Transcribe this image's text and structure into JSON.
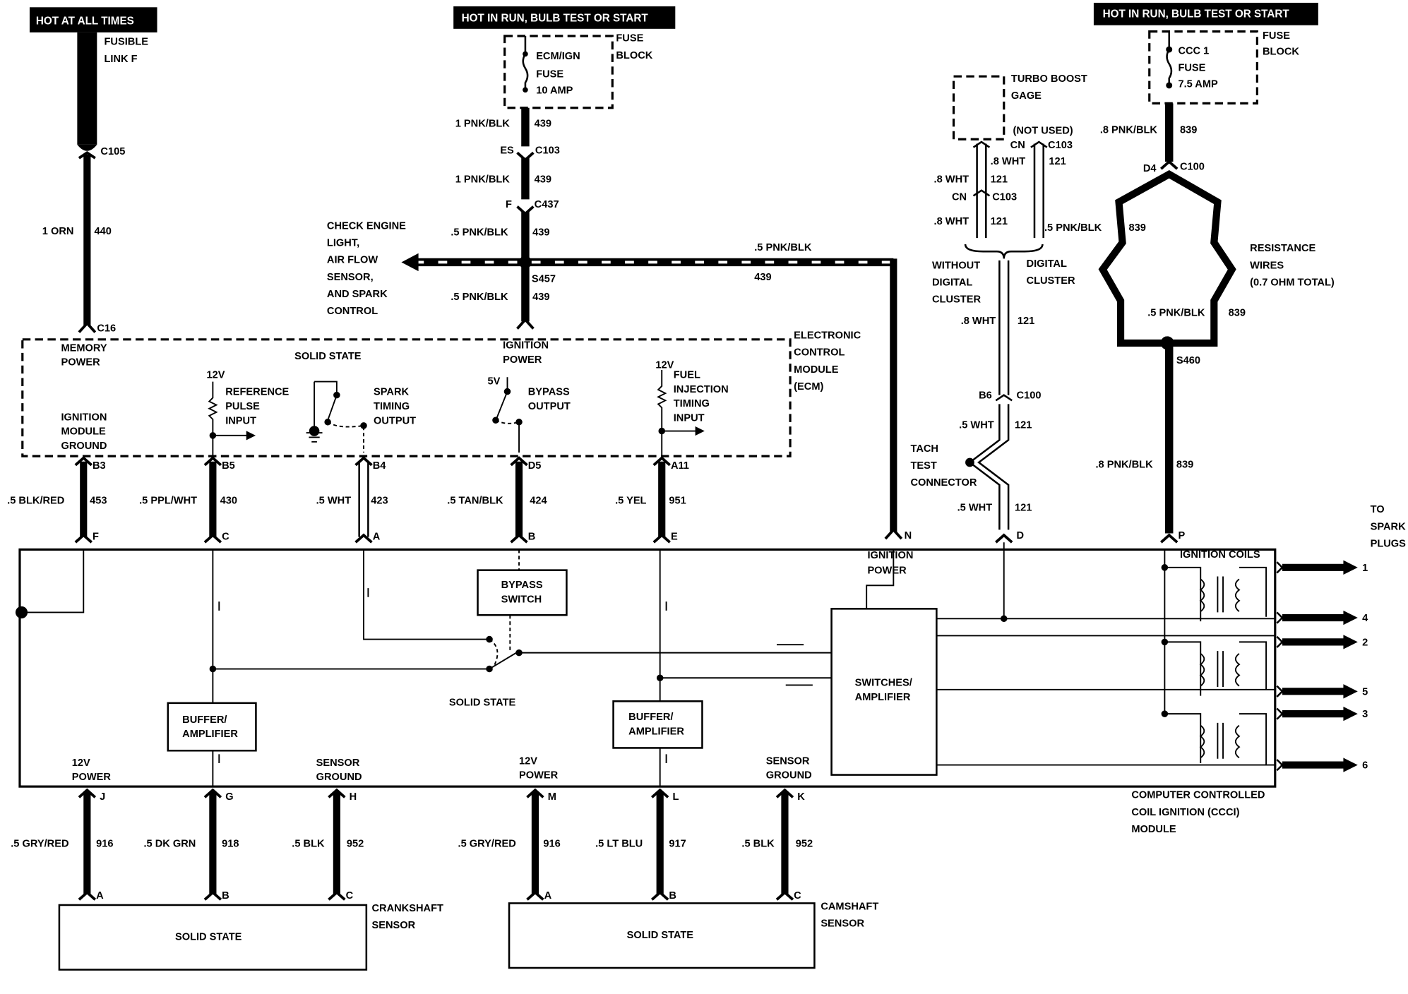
{
  "title_bars": {
    "hot_all_times": "HOT AT ALL TIMES",
    "hot_run_mid": "HOT IN RUN, BULB TEST OR START",
    "hot_run_right": "HOT IN RUN, BULB TEST OR START"
  },
  "left_feed": {
    "fusible1": "FUSIBLE",
    "fusible2": "LINK F",
    "c105": "C105",
    "color": "1 ORN",
    "circuit": "440",
    "c16": "C16"
  },
  "ecm_fuse": {
    "name1": "ECM/IGN",
    "name2": "FUSE",
    "rating": "10 AMP",
    "block1": "FUSE",
    "block2": "BLOCK",
    "w1c": "1 PNK/BLK",
    "w1n": "439",
    "es": "ES",
    "c103": "C103",
    "w2c": "1 PNK/BLK",
    "w2n": "439",
    "f": "F",
    "c437": "C437",
    "w3c": ".5 PNK/BLK",
    "w3n": "439",
    "s457": "S457",
    "w4c": ".5 PNK/BLK",
    "w4n": "439",
    "branch_c": ".5 PNK/BLK",
    "branch_n": "439"
  },
  "check_engine": [
    "CHECK ENGINE",
    "LIGHT,",
    "AIR FLOW",
    "SENSOR,",
    "AND SPARK",
    "CONTROL"
  ],
  "ecm": {
    "name": [
      "ELECTRONIC",
      "CONTROL",
      "MODULE",
      "(ECM)"
    ],
    "solid_state": "SOLID STATE",
    "memory": [
      "MEMORY",
      "POWER"
    ],
    "ign_gnd": [
      "IGNITION",
      "MODULE",
      "GROUND"
    ],
    "v12a": "12V",
    "ref": [
      "REFERENCE",
      "PULSE",
      "INPUT"
    ],
    "spark": [
      "SPARK",
      "TIMING",
      "OUTPUT"
    ],
    "ign_pwr": [
      "IGNITION",
      "POWER"
    ],
    "v5": "5V",
    "bypass": [
      "BYPASS",
      "OUTPUT"
    ],
    "v12b": "12V",
    "fuel": [
      "FUEL",
      "INJECTION",
      "TIMING",
      "INPUT"
    ]
  },
  "ecm_pins": [
    {
      "pin": "B3",
      "color": ".5 BLK/RED",
      "circuit": "453",
      "ccci": "F"
    },
    {
      "pin": "B5",
      "color": ".5 PPL/WHT",
      "circuit": "430",
      "ccci": "C"
    },
    {
      "pin": "B4",
      "color": ".5 WHT",
      "circuit": "423",
      "ccci": "A"
    },
    {
      "pin": "D5",
      "color": ".5 TAN/BLK",
      "circuit": "424",
      "ccci": "B"
    },
    {
      "pin": "A11",
      "color": ".5 YEL",
      "circuit": "951",
      "ccci": "E"
    }
  ],
  "tach": {
    "gage": [
      "TURBO BOOST",
      "GAGE"
    ],
    "not_used": "(NOT USED)",
    "cn1": "CN",
    "c103a": "C103",
    "wa": ".8 WHT",
    "na": "121",
    "nb": "121",
    "wb": ".8 WHT",
    "nc": "121",
    "cn2": "CN",
    "c103b": "C103",
    "wc": ".8 WHT",
    "nd": "121",
    "pnk": ".5 PNK/BLK",
    "without": [
      "WITHOUT",
      "DIGITAL",
      "CLUSTER"
    ],
    "digital": [
      "DIGITAL",
      "CLUSTER"
    ],
    "wd": ".8 WHT",
    "ne": "121",
    "b6": "B6",
    "c100": "C100",
    "we": ".5 WHT",
    "nf": "121",
    "connector": [
      "TACH",
      "TEST",
      "CONNECTOR"
    ],
    "wf": ".5 WHT",
    "ng": "121",
    "pin_n": "N",
    "pin_d": "D"
  },
  "ccc_fuse": {
    "name1": "CCC 1",
    "name2": "FUSE",
    "rating": "7.5 AMP",
    "block1": "FUSE",
    "block2": "BLOCK",
    "w1c": ".8 PNK/BLK",
    "w1n": "839",
    "d4": "D4",
    "c100": "C100",
    "rn": "839",
    "resistance": [
      "RESISTANCE",
      "WIRES",
      "(0.7 OHM TOTAL)"
    ],
    "w2c": ".5 PNK/BLK",
    "w2n": "839",
    "s460": "S460",
    "w3c": ".8 PNK/BLK",
    "w3n": "839",
    "pin_p": "P"
  },
  "ccci": {
    "ign_power": [
      "IGNITION",
      "POWER"
    ],
    "bypass_switch": [
      "BYPASS",
      "SWITCH"
    ],
    "solid_state": "SOLID STATE",
    "buffer1": [
      "BUFFER/",
      "AMPLIFIER"
    ],
    "buffer2": [
      "BUFFER/",
      "AMPLIFIER"
    ],
    "switches": [
      "SWITCHES/",
      "AMPLIFIER"
    ],
    "coils": "IGNITION COILS",
    "name": [
      "COMPUTER CONTROLLED",
      "COIL IGNITION (CCCI)",
      "MODULE"
    ],
    "to_plugs": [
      "TO",
      "SPARK",
      "PLUGS"
    ],
    "outputs": [
      "1",
      "4",
      "2",
      "5",
      "3",
      "6"
    ],
    "p12a": [
      "12V",
      "POWER"
    ],
    "sg1": [
      "SENSOR",
      "GROUND"
    ],
    "p12b": [
      "12V",
      "POWER"
    ],
    "sg2": [
      "SENSOR",
      "GROUND"
    ]
  },
  "sensor_pins": [
    {
      "pin": "J",
      "color": ".5 GRY/RED",
      "circuit": "916",
      "end": "A"
    },
    {
      "pin": "G",
      "color": ".5 DK GRN",
      "circuit": "918",
      "end": "B"
    },
    {
      "pin": "H",
      "color": ".5 BLK",
      "circuit": "952",
      "end": "C"
    },
    {
      "pin": "M",
      "color": ".5 GRY/RED",
      "circuit": "916",
      "end": "A"
    },
    {
      "pin": "L",
      "color": ".5 LT BLU",
      "circuit": "917",
      "end": "B"
    },
    {
      "pin": "K",
      "color": ".5 BLK",
      "circuit": "952",
      "end": "C"
    }
  ],
  "sensors": {
    "crank_body": "SOLID STATE",
    "crank_name": [
      "CRANKSHAFT",
      "SENSOR"
    ],
    "cam_body": "SOLID STATE",
    "cam_name": [
      "CAMSHAFT",
      "SENSOR"
    ]
  }
}
